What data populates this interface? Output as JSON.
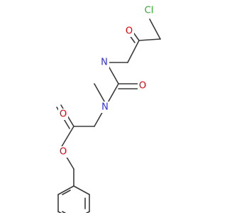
{
  "molecule": {
    "atoms": {
      "cl": {
        "label": "Cl",
        "element": "Cl",
        "color": "#33a933"
      },
      "o_ketone": {
        "label": "O",
        "element": "O",
        "color": "#e8000b"
      },
      "n_amide": {
        "label": "N",
        "element": "N",
        "color": "#2f2ff0"
      },
      "o_amide": {
        "label": "O",
        "element": "O",
        "color": "#e8000b"
      },
      "n_carbamate": {
        "label": "N",
        "element": "N",
        "color": "#2f2ff0"
      },
      "o_carbonyl": {
        "label": "O",
        "element": "O",
        "color": "#e8000b"
      },
      "o_ester": {
        "label": "O",
        "element": "O",
        "color": "#e8000b"
      }
    },
    "bond_color": "#3a3a3a",
    "background": "#ffffff"
  }
}
